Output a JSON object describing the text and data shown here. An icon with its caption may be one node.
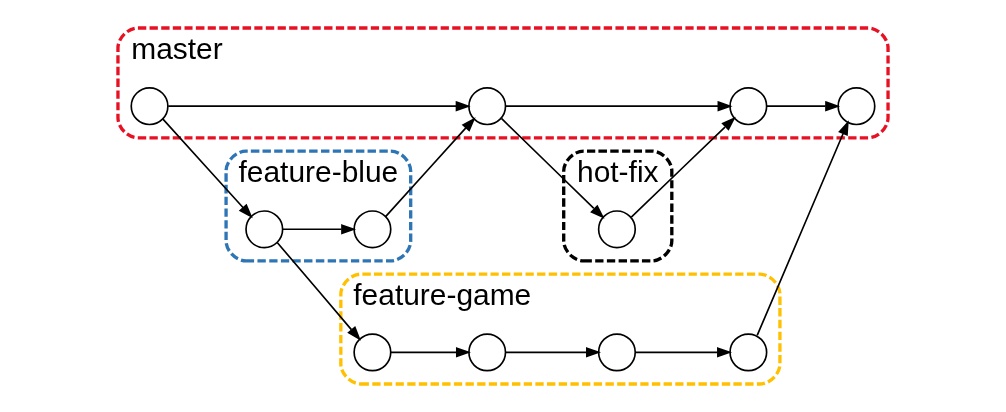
{
  "diagram": {
    "nodes": [
      {
        "text": [
          "hot-fix"
        ]
      },
      {
        "text": [
          "master"
        ]
      },
      {
        "text": [
          "feature-blue"
        ]
      },
      {
        "text": [
          "feature-game"
        ]
      },
      {
        "text": [],
        "shape": "circle",
        "in": 0
      },
      {
        "text": [],
        "shape": "circle",
        "in": 1
      },
      {
        "text": [],
        "shape": "circle",
        "in": 1
      },
      {
        "text": [],
        "shape": "circle",
        "in": 1
      },
      {
        "text": [],
        "shape": "circle",
        "in": 1
      },
      {
        "text": [],
        "shape": "circle",
        "in": 2
      },
      {
        "text": [],
        "shape": "circle",
        "in": 2
      },
      {
        "text": [],
        "shape": "circle",
        "in": 3
      },
      {
        "text": [],
        "shape": "circle",
        "in": 3
      },
      {
        "text": [],
        "shape": "circle",
        "in": 3
      },
      {
        "text": [],
        "shape": "circle",
        "in": 3
      }
    ],
    "edges": [
      {
        "from": 5,
        "to": 6,
        "arrow": "to"
      },
      {
        "from": 6,
        "to": 7,
        "arrow": "to"
      },
      {
        "from": 7,
        "to": 8,
        "arrow": "to"
      },
      {
        "from": 5,
        "to": 9,
        "arrow": "to"
      },
      {
        "from": 9,
        "to": 10,
        "arrow": "to"
      },
      {
        "from": 10,
        "to": 6,
        "arrow": "to"
      },
      {
        "from": 6,
        "to": 4,
        "arrow": "to"
      },
      {
        "from": 4,
        "to": 7,
        "arrow": "to"
      },
      {
        "from": 9,
        "to": 11,
        "arrow": "to"
      },
      {
        "from": 11,
        "to": 12,
        "arrow": "to"
      },
      {
        "from": 12,
        "to": 13,
        "arrow": "to"
      },
      {
        "from": 13,
        "to": 14,
        "arrow": "to"
      },
      {
        "from": 14,
        "to": 8,
        "arrow": "to"
      }
    ]
  }
}
